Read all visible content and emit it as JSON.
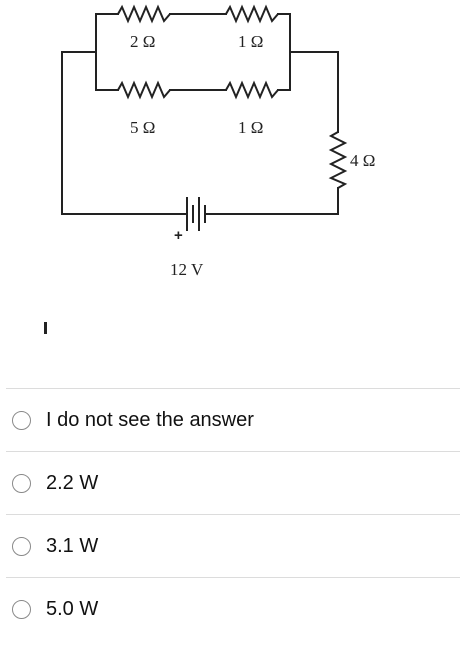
{
  "circuit": {
    "resistors": {
      "top_left": "2 Ω",
      "top_right": "1 Ω",
      "bottom_left": "5 Ω",
      "bottom_right": "1 Ω",
      "right_side": "4 Ω"
    },
    "battery": {
      "voltage": "12 V",
      "positive_sign": "+"
    }
  },
  "options": [
    {
      "label": "I do not see the answer"
    },
    {
      "label": "2.2 W"
    },
    {
      "label": "3.1 W"
    },
    {
      "label": "5.0 W"
    }
  ]
}
